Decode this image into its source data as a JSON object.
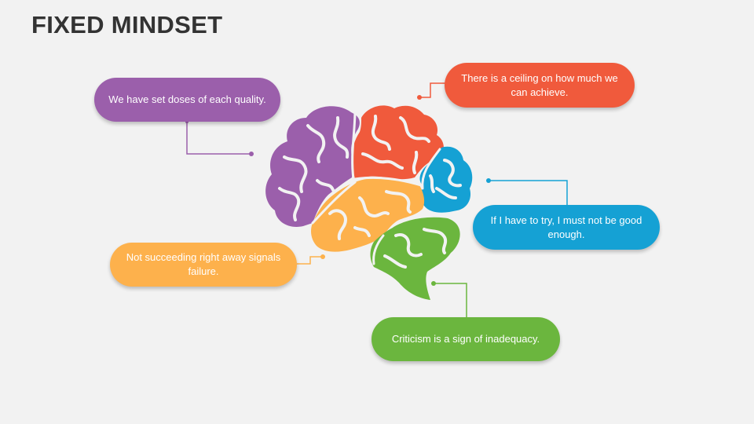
{
  "title": "FIXED MINDSET",
  "colors": {
    "purple": "#9b5fab",
    "red": "#f05a3c",
    "blue": "#15a1d4",
    "orange": "#fdb14c",
    "green": "#6bb63e",
    "connector_neutral": "#b5b5b5",
    "background": "#f2f2f2"
  },
  "central_icon": "brain-icon",
  "callouts": {
    "purple": {
      "text": "We have set doses of each quality.",
      "color": "#9b5fab"
    },
    "red": {
      "text": "There is a ceiling on how much we can achieve.",
      "color": "#f05a3c"
    },
    "blue": {
      "text": "If I have to try, I must not be good enough.",
      "color": "#15a1d4"
    },
    "orange": {
      "text": "Not succeeding right away signals failure.",
      "color": "#fdb14c"
    },
    "green": {
      "text": "Criticism is a sign of inadequacy.",
      "color": "#6bb63e"
    }
  }
}
